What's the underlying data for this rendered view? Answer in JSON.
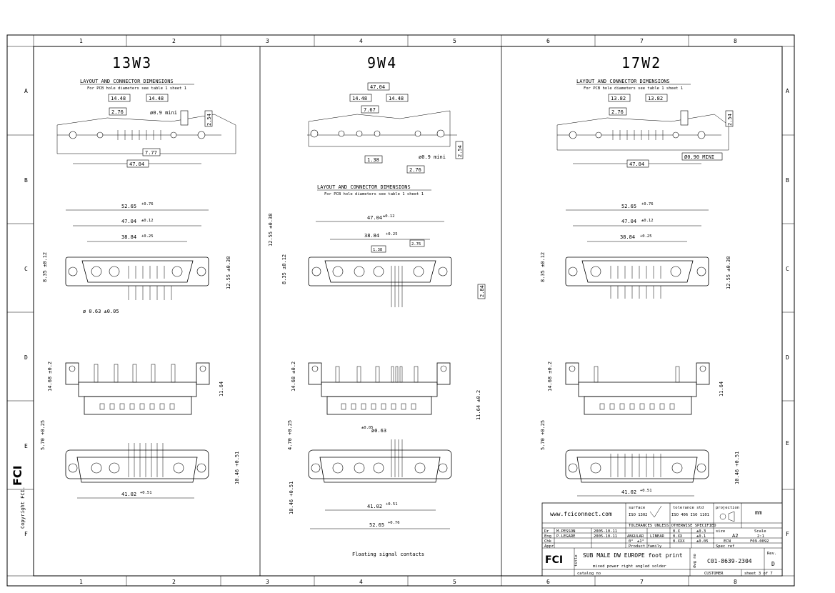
{
  "grid": {
    "columns": [
      "1",
      "2",
      "3",
      "4",
      "5",
      "6",
      "7",
      "8"
    ],
    "rows": [
      "A",
      "B",
      "C",
      "D",
      "E",
      "F"
    ]
  },
  "panels": [
    {
      "title": "13W3",
      "subtitle": "LAYOUT AND CONNECTOR DIMENSIONS",
      "note": "For PCB hole diameters see table 1 sheet 1",
      "dims": {
        "a": "14.48",
        "b": "14.48",
        "c": "2.76",
        "d": "ø0.9 mini",
        "e": "1",
        "f": "2.54",
        "g": "7.77",
        "h": "47.04",
        "w1": "52.65",
        "w1tol": "+0.76",
        "w2": "47.04",
        "w2tol": "±0.12",
        "w3": "38.84",
        "w3tol": "+0.25",
        "v1": "8.35 ±0.12",
        "v2": "12.55 ±0.38",
        "pin": "ø 0.63 ±0.05",
        "d1": "14.68 ±0.2",
        "d2": "11.64",
        "e1": "5.70 +0.25",
        "e2": "10.46 +0.51",
        "base": "41.02",
        "basetol": "+0.51"
      }
    },
    {
      "title": "9W4",
      "subtitle": "LAYOUT AND CONNECTOR DIMENSIONS",
      "note": "For PCB hole diameters see table 1 sheet 1",
      "dims": {
        "top": "47.04",
        "a": "14.48",
        "b": "14.48",
        "c": "7.67",
        "d": "1.38",
        "e": "2.76",
        "f": "ø0.9 mini",
        "g": "2.54",
        "w2": "47.04",
        "w2tol": "±0.12",
        "w3": "38.84",
        "w3tol": "+0.25",
        "s1": "1.38",
        "s2": "2.76",
        "v0": "12.55 ±0.38",
        "v1": "8.35 ±0.12",
        "v3": "2.84",
        "d1": "14.68 ±0.2",
        "d2": "11.64 ±0.2",
        "e0": "ø0.63",
        "e0tol": "±0.05",
        "e1": "4.70 +0.25",
        "e2": "10.46 +0.51",
        "base": "41.02",
        "basetol": "+0.51",
        "base2": "52.65",
        "base2tol": "+0.76"
      },
      "caption": "Floating signal contacts"
    },
    {
      "title": "17W2",
      "subtitle": "LAYOUT AND CONNECTOR DIMENSIONS",
      "note": "For PCB hole diameters see table 1 sheet 1",
      "dims": {
        "a": "13.82",
        "b": "13.82",
        "c": "2.76",
        "d": "Ø0.90 MINI",
        "e": "1",
        "f": "2.54",
        "h": "47.04",
        "w1": "52.65",
        "w1tol": "+0.76",
        "w2": "47.04",
        "w2tol": "±0.12",
        "w3": "38.84",
        "w3tol": "+0.25",
        "v1": "8.35 ±0.12",
        "v2": "12.55 ±0.38",
        "d1": "14.68 ±0.2",
        "d2": "11.64",
        "e1": "5.70 +0.25",
        "e2": "10.46 +0.51",
        "base": "41.02",
        "basetol": "+0.51"
      }
    }
  ],
  "side": {
    "brand": "FCI",
    "copyright": "Copyright FCI."
  },
  "titleblock": {
    "website": "www.fciconnect.com",
    "surface": "surface",
    "surface_iso": "ISO 1302",
    "tolerance": "tolerance std",
    "tolerance_iso": "ISO 406   ISO 1101",
    "projection": "projection",
    "units": "mm",
    "tol_note": "TOLERANCES UNLESS OTHERWISE SPECIFIED",
    "dr_label": "Dr",
    "dr_name": "M.PESSON",
    "dr_date": "2005-10-11",
    "eng_label": "Eng",
    "eng_name": "P.LEGARE",
    "eng_date": "2005-10-11",
    "chk_label": "Chk",
    "appr_label": "Appr",
    "angular": "ANGULAR",
    "linear": "LINEAR",
    "lin1": "0.X",
    "lin1v": "±0.3",
    "lin2": "0.XX",
    "lin2v": "±0.1",
    "lin3": "0.XXX",
    "lin3v": "±0.05",
    "ang1": "0°",
    "ang1v": "±1°",
    "size_label": "size",
    "size": "A2",
    "scale_label": "Scale",
    "scale": "2:1",
    "ecn_label": "ECN",
    "ecn": "F09-0092",
    "family_label": "Product family",
    "spec_label": "Spec ref",
    "title_label": "title",
    "title1": "SUB MALE DW EUROPE foot print",
    "title2": "mixed power right angled solder",
    "dwg_label": "dwg no",
    "dwg": "C01-8639-2304",
    "rev_label": "Rev.",
    "rev": "D",
    "catalog_label": "catalog no",
    "customer": "CUSTOMER",
    "sheet": "sheet 3 of 7"
  }
}
